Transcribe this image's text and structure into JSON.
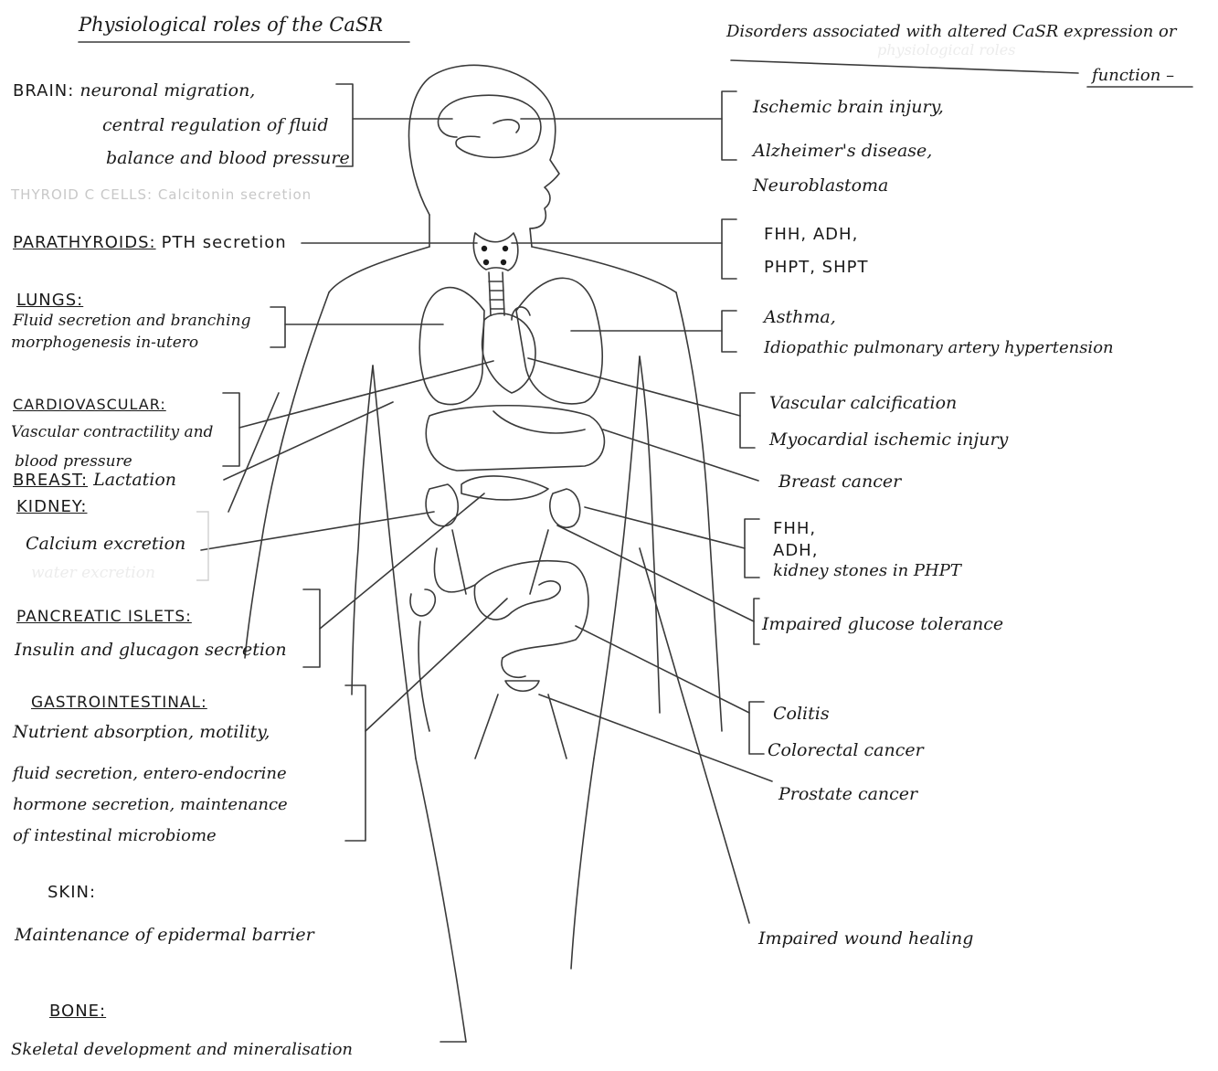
{
  "left_title": "Physiological roles of the CaSR",
  "right_title": {
    "line1": "Disorders associated with altered CaSR expression or",
    "line2": "function –",
    "ghost": "physiological roles"
  },
  "roles": {
    "brain": {
      "label": "BRAIN:",
      "lines": [
        "neuronal migration,",
        "central regulation of fluid",
        "balance and blood pressure"
      ]
    },
    "thyroid": {
      "text": "THYROID C CELLS: Calcitonin secretion"
    },
    "parathyroids": {
      "label": "PARATHYROIDS:",
      "text": "PTH secretion"
    },
    "lungs": {
      "label": "LUNGS:",
      "lines": [
        "Fluid secretion and branching",
        "morphogenesis in-utero"
      ]
    },
    "cardiovascular": {
      "label": "CARDIOVASCULAR:",
      "lines": [
        "Vascular contractility and",
        "blood pressure"
      ]
    },
    "breast": {
      "label": "BREAST:",
      "text": "Lactation"
    },
    "kidney": {
      "label": "KIDNEY:",
      "lines": [
        "Calcium excretion",
        "water excretion"
      ]
    },
    "pancreatic": {
      "label": "PANCREATIC ISLETS:",
      "lines": [
        "Insulin and glucagon secretion"
      ]
    },
    "gastro": {
      "label": "GASTROINTESTINAL:",
      "lines": [
        "Nutrient absorption, motility,",
        "fluid secretion, entero-endocrine",
        "hormone secretion, maintenance",
        "of intestinal microbiome"
      ]
    },
    "skin": {
      "label": "SKIN:",
      "lines": [
        "Maintenance of epidermal barrier"
      ]
    },
    "bone": {
      "label": "BONE:",
      "lines": [
        "Skeletal development and mineralisation"
      ]
    }
  },
  "disorders": {
    "brain": [
      "Ischemic brain injury,",
      "Alzheimer's disease,",
      "Neuroblastoma"
    ],
    "parathyroid": [
      "FHH, ADH,",
      "PHPT, SHPT"
    ],
    "lungs": [
      "Asthma,",
      "Idiopathic pulmonary artery hypertension"
    ],
    "cardio": [
      "Vascular calcification",
      "Myocardial ischemic injury"
    ],
    "breast": [
      "Breast cancer"
    ],
    "kidney": [
      "FHH,",
      "ADH,",
      "kidney stones in PHPT"
    ],
    "pancreas": [
      "Impaired glucose tolerance"
    ],
    "colon": [
      "Colitis",
      "Colorectal cancer"
    ],
    "prostate": [
      "Prostate cancer"
    ],
    "skin": [
      "Impaired wound healing"
    ]
  }
}
